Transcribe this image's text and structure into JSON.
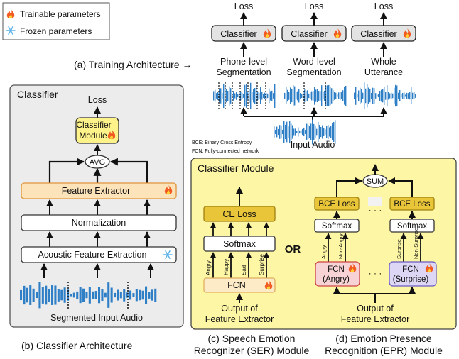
{
  "legend": {
    "trainable": "Trainable parameters",
    "frozen": "Frozen parameters",
    "trainable_icon": "fire-icon",
    "frozen_icon": "snowflake-icon"
  },
  "training": {
    "caption": "(a) Training Architecture →",
    "loss": "Loss",
    "classifier": "Classifier",
    "phone_seg_1": "Phone-level",
    "phone_seg_2": "Segmentation",
    "word_seg_1": "Word-level",
    "word_seg_2": "Segmentation",
    "whole_1": "Whole",
    "whole_2": "Utterance",
    "input_audio": "Input Audio"
  },
  "notes": {
    "bce": "BCE: Binary Cross Entropy",
    "fcn": "FCN: Fully-connected network"
  },
  "classifier_panel": {
    "title": "Classifier",
    "loss": "Loss",
    "module_1": "Classifier",
    "module_2": "Module",
    "avg": "AVG",
    "feature_extractor": "Feature Extractor",
    "normalization": "Normalization",
    "acoustic": "Acoustic Feature Extraction",
    "segmented_audio": "Segmented Input Audio",
    "caption": "(b) Classifier Architecture"
  },
  "module_panel": {
    "title": "Classifier Module",
    "ser": {
      "ce_loss": "CE Loss",
      "softmax": "Softmax",
      "fcn": "FCN",
      "labels": [
        "Angry",
        "Happy",
        "Sad",
        "Surprise"
      ],
      "output_1": "Output of",
      "output_2": "Feature Extractor",
      "caption_1": "(c) Speech Emotion",
      "caption_2": "Recognizer (SER) Module"
    },
    "or": "OR",
    "epr": {
      "sum": "SUM",
      "bce_loss": "BCE Loss",
      "softmax": "Softmax",
      "dots": "· · ·",
      "fcn_angry_1": "FCN",
      "fcn_angry_2": "(Angry)",
      "fcn_surprise_1": "FCN",
      "fcn_surprise_2": "(Surprise)",
      "labels_left": [
        "Angry",
        "Non-Angry"
      ],
      "labels_right": [
        "Surprise",
        "Non-Surprise"
      ],
      "output_1": "Output of",
      "output_2": "Feature Extractor",
      "caption_1": "(d) Emotion Presence",
      "caption_2": "Recognition (EPR) Module"
    }
  },
  "colors": {
    "panel_gray": "#ececec",
    "panel_yellow": "#fdf6a4",
    "classifier_box": "#e3e3e3",
    "module_yellow": "#fef38a",
    "loss_gold": "#e9c53a",
    "feature_orange": "#fde3ba",
    "fcn_pink": "#f8d3d5",
    "fcn_purple": "#ddd6f5",
    "wave_blue": "#2f7fc7"
  }
}
